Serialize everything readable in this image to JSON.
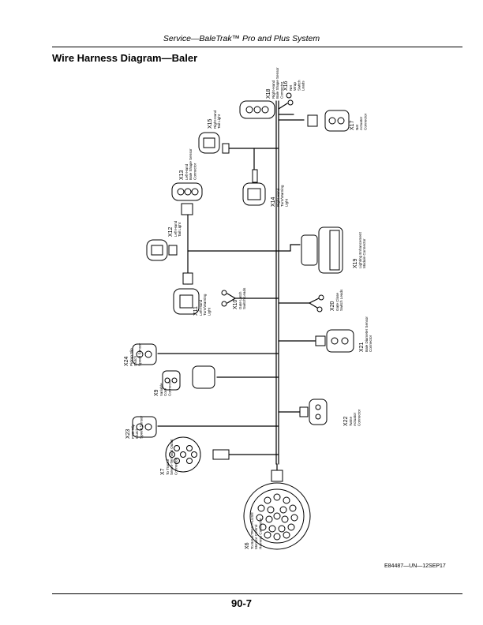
{
  "header": {
    "running_title": "Service—BaleTrak™ Pro and Plus System"
  },
  "page": {
    "title": "Wire Harness Diagram—Baler",
    "figure_code": "E84487—UN—12SEP17",
    "number": "90-7"
  },
  "diagram": {
    "connectors": [
      {
        "id": "X16",
        "desc": [
          "Net",
          "Wrap",
          "Switch",
          "Leads"
        ]
      },
      {
        "id": "X18",
        "desc": [
          "Right-Hand",
          "Bale Shape Sensor",
          "Connector"
        ]
      },
      {
        "id": "X17",
        "desc": [
          "Net",
          "Actuator",
          "Connector"
        ]
      },
      {
        "id": "X15",
        "desc": [
          "Right-Hand",
          "Tail Light"
        ]
      },
      {
        "id": "X13",
        "desc": [
          "Left-Hand",
          "Bale Shape Sensor",
          "Connector"
        ]
      },
      {
        "id": "X14",
        "desc": [
          "Right-Hand",
          "Turn/Warning",
          "Light"
        ]
      },
      {
        "id": "X12",
        "desc": [
          "Left-Hand",
          "Tail Light"
        ]
      },
      {
        "id": "X19",
        "desc": [
          "Lighting Enhancement",
          "Module Connector"
        ]
      },
      {
        "id": "X11",
        "desc": [
          "Left-Hand",
          "Turn/Warning",
          "Light"
        ]
      },
      {
        "id": "X10",
        "desc": [
          "Gate Latch",
          "Switch Leads"
        ]
      },
      {
        "id": "X20",
        "desc": [
          "Gate Close",
          "Switch Leads"
        ]
      },
      {
        "id": "X24",
        "desc": [
          "Pickup Slip",
          "Clutch",
          "Speed Sensor"
        ]
      },
      {
        "id": "X21",
        "desc": [
          "Bale Diameter Sensor",
          "Connector"
        ]
      },
      {
        "id": "X9",
        "desc": [
          "Variable",
          "Core",
          "Connector"
        ]
      },
      {
        "id": "X22",
        "desc": [
          "Twine",
          "Actuator",
          "Connector"
        ]
      },
      {
        "id": "X23",
        "desc": [
          "PTO Slip",
          "Clutch",
          "Speed Sensor"
        ]
      },
      {
        "id": "X7",
        "desc": [
          "To Tractor",
          "Seven-Terminal Outlet",
          "Connector"
        ]
      },
      {
        "id": "X6",
        "desc": [
          "To BALETRAK PLUS®",
          "Monitor Control",
          "Harness Connector"
        ]
      }
    ]
  }
}
